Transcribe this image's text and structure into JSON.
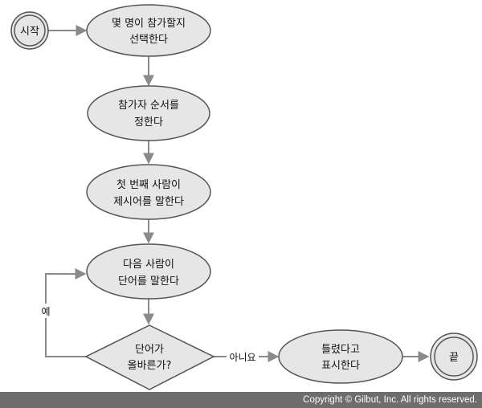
{
  "colors": {
    "node_fill": "#e6e6e6",
    "stroke": "#555555",
    "edge": "#8a8a8a",
    "footer_bg": "#6d6d6d",
    "footer_text": "#ffffff"
  },
  "nodes": {
    "start": "시작",
    "step1": [
      "몇 명이 참가할지",
      "선택한다"
    ],
    "step2": [
      "참가자 순서를",
      "정한다"
    ],
    "step3": [
      "첫 번째 사람이",
      "제시어를 말한다"
    ],
    "step4": [
      "다음 사람이",
      "단어를 말한다"
    ],
    "decision": [
      "단어가",
      "올바른가?"
    ],
    "fail": [
      "틀렸다고",
      "표시한다"
    ],
    "end": "끝"
  },
  "edges": {
    "yes": "예",
    "no": "아니요"
  },
  "footer": {
    "copyright": "Copyright © Gilbut, Inc. All rights reserved."
  }
}
